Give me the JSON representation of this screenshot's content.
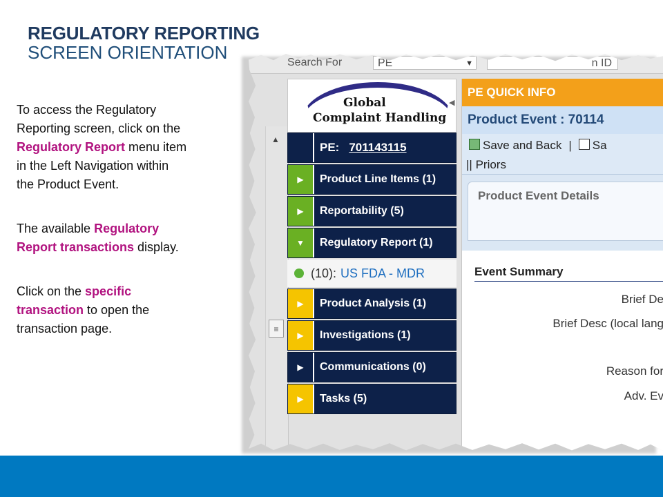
{
  "slide": {
    "title_line1": "REGULATORY REPORTING",
    "title_line2": "SCREEN ORIENTATION",
    "paragraph1": {
      "part1": "To access the Regulatory Reporting screen, click on the ",
      "highlight": "Regulatory Report",
      "part2": " menu item in the Left Navigation within the Product Event."
    },
    "paragraph2": {
      "part1": "The available ",
      "highlight": "Regulatory Report transactions",
      "part2": " display."
    },
    "paragraph3": {
      "part1": "Click on the ",
      "highlight": "specific transaction",
      "part2": " to open the transaction page."
    },
    "colors": {
      "title_dark": "#1f3a5f",
      "title_light": "#1f4e79",
      "highlight": "#b1127f",
      "footer": "#0079c1"
    }
  },
  "screenshot": {
    "topbar": {
      "search_label": "Search For",
      "select_value": "PE",
      "id_field": "n ID"
    },
    "logo": {
      "line1": "Global",
      "line2": "Complaint Handling"
    },
    "nav": {
      "pe": {
        "prefix": "PE:",
        "id": "701143115"
      },
      "items": [
        {
          "label": "Product Line Items (1)",
          "marker": "▶",
          "color": "#6ab023"
        },
        {
          "label": "Reportability (5)",
          "marker": "▶",
          "color": "#6ab023"
        },
        {
          "label": "Regulatory Report (1)",
          "marker": "▼",
          "color": "#6ab023"
        },
        {
          "label": "Product Analysis (1)",
          "marker": "▶",
          "color": "#f5c400"
        },
        {
          "label": "Investigations (1)",
          "marker": "▶",
          "color": "#f5c400"
        },
        {
          "label": "Communications (0)",
          "marker": "▶",
          "color": "#0d2149"
        },
        {
          "label": "Tasks (5)",
          "marker": "▶",
          "color": "#f5c400"
        }
      ],
      "sub_item": {
        "count": "(10):",
        "link": "US FDA - MDR",
        "status_color": "#5cb338"
      }
    },
    "content": {
      "quick_info": "PE QUICK INFO",
      "title": "Product Event : 70114",
      "save_and_back": "Save and Back",
      "save": "Sa",
      "priors": "Priors",
      "details_tab": "Product Event Details",
      "section": "Event Summary",
      "fields": [
        "Brief De",
        "Brief Desc (local lang",
        "Reason for",
        "Adv. Ev"
      ]
    },
    "colors": {
      "nav_bg": "#0d2149",
      "quick_info": "#f3a01a",
      "title_band": "#cfe1f5",
      "link": "#1f6fc0"
    }
  }
}
